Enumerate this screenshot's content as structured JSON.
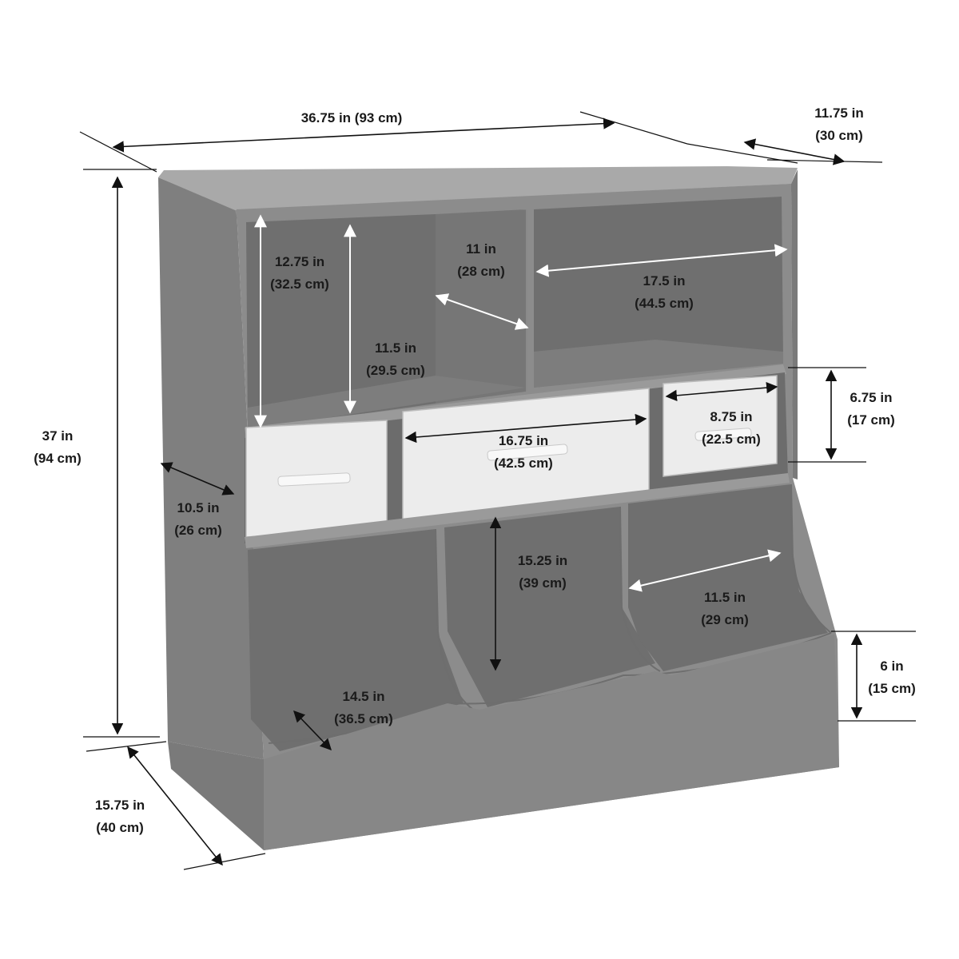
{
  "figure": {
    "product": "storage cubby shelf with bins",
    "colors": {
      "body": "#8c8c8c",
      "body_dark": "#7a7a7a",
      "interior": "#6f6f6f",
      "bin_fabric": "#ececec",
      "dimension_line": "#111111"
    },
    "dimensions": {
      "overall_width": {
        "imperial": "36.75 in (93 cm)"
      },
      "depth_top": {
        "imperial": "11.75 in",
        "metric": "(30 cm)"
      },
      "overall_height": {
        "imperial": "37 in",
        "metric": "(94 cm)"
      },
      "base_depth": {
        "imperial": "15.75 in",
        "metric": "(40 cm)"
      },
      "upper_left_height": {
        "imperial": "12.75 in",
        "metric": "(32.5 cm)"
      },
      "upper_left_inner_height": {
        "imperial": "11.5 in",
        "metric": "(29.5 cm)"
      },
      "upper_left_depth": {
        "imperial": "11 in",
        "metric": "(28 cm)"
      },
      "upper_right_width": {
        "imperial": "17.5 in",
        "metric": "(44.5 cm)"
      },
      "middle_bin_width": {
        "imperial": "16.75 in",
        "metric": "(42.5 cm)"
      },
      "right_bin_width": {
        "imperial": "8.75 in",
        "metric": "(22.5 cm)"
      },
      "bin_row_height": {
        "imperial": "6.75 in",
        "metric": "(17 cm)"
      },
      "side_depth": {
        "imperial": "10.5 in",
        "metric": "(26 cm)"
      },
      "lower_cubby_height": {
        "imperial": "15.25 in",
        "metric": "(39 cm)"
      },
      "lower_cubby_width": {
        "imperial": "11.5 in",
        "metric": "(29 cm)"
      },
      "lower_front_height": {
        "imperial": "6 in",
        "metric": "(15 cm)"
      },
      "lower_cubby_diag": {
        "imperial": "14.5 in",
        "metric": "(36.5 cm)"
      }
    }
  }
}
